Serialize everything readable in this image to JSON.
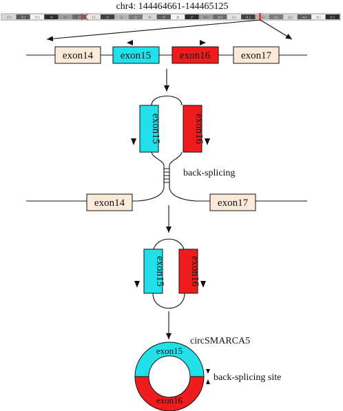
{
  "header": {
    "coordinates": "chr4: 144464661-144465125"
  },
  "ideogram": {
    "band_labels": [
      "15.3",
      "15.2",
      "15.1",
      "14",
      "13",
      "12",
      "13",
      "21",
      "22",
      "23",
      "24",
      "25",
      "26",
      "27",
      "28.1",
      "28.3",
      "31.1",
      "31.2",
      "31.3",
      "32.1",
      "32.3",
      "34.3",
      "35.1",
      "35.2"
    ]
  },
  "exons": {
    "exon14": {
      "label": "exon14",
      "color": "#fbe9da"
    },
    "exon15": {
      "label": "exon15",
      "color": "#22e0ea"
    },
    "exon16": {
      "label": "exon16",
      "color": "#ee1c1c"
    },
    "exon17": {
      "label": "exon17",
      "color": "#fbe9da"
    }
  },
  "annotations": {
    "back_splicing": "back-splicing",
    "circ_name": "circSMARCA5",
    "back_splicing_site": "back-splicing site"
  },
  "ring": {
    "top_label": "exon15",
    "bottom_label": "exon16"
  },
  "colors": {
    "outline": "#111111",
    "highlight": "#e8402a"
  }
}
